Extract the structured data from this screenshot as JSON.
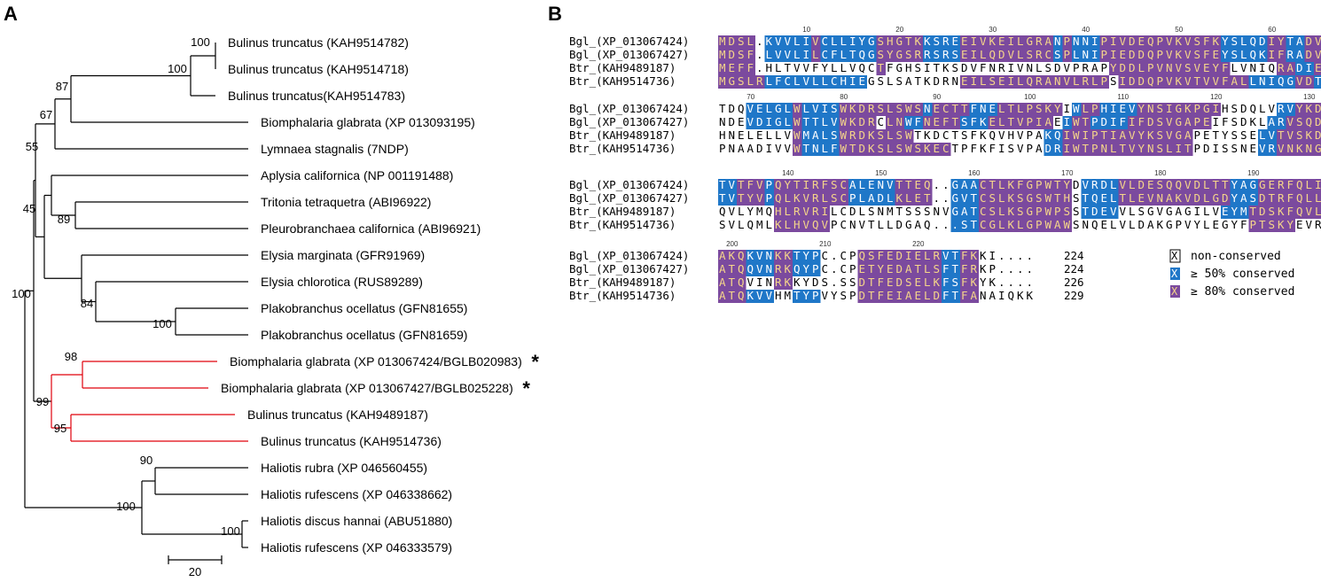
{
  "panel_a": {
    "label": "A",
    "branch_color_default": "#000000",
    "branch_color_highlight": "#e0000b",
    "leaves": [
      {
        "id": "bt782",
        "name": "Bulinus truncatus (KAH9514782)"
      },
      {
        "id": "bt718",
        "name": "Bulinus truncatus (KAH9514718)"
      },
      {
        "id": "bt783",
        "name": "Bulinus truncatus(KAH9514783)"
      },
      {
        "id": "bg195",
        "name": "Biomphalaria glabrata (XP 013093195)"
      },
      {
        "id": "ls",
        "name": "Lymnaea stagnalis (7NDP)"
      },
      {
        "id": "ac",
        "name": "Aplysia californica (NP 001191488)"
      },
      {
        "id": "tt",
        "name": "Tritonia tetraquetra (ABI96922)"
      },
      {
        "id": "pc",
        "name": "Pleurobranchaea californica (ABI96921)"
      },
      {
        "id": "em",
        "name": "Elysia marginata (GFR91969)"
      },
      {
        "id": "ec",
        "name": "Elysia chlorotica (RUS89289)"
      },
      {
        "id": "po655",
        "name": "Plakobranchus ocellatus (GFN81655)"
      },
      {
        "id": "po659",
        "name": "Plakobranchus ocellatus (GFN81659)"
      },
      {
        "id": "bg424",
        "name": "Biomphalaria glabrata (XP 013067424/BGLB020983)",
        "marker": "*"
      },
      {
        "id": "bg427",
        "name": "Biomphalaria glabrata (XP 013067427/BGLB025228)",
        "marker": "*"
      },
      {
        "id": "bt187",
        "name": "Bulinus truncatus (KAH9489187)"
      },
      {
        "id": "bt736",
        "name": "Bulinus truncatus (KAH9514736)"
      },
      {
        "id": "hr",
        "name": "Haliotis rubra (XP 046560455)"
      },
      {
        "id": "hf662",
        "name": "Haliotis rufescens (XP 046338662)"
      },
      {
        "id": "hd",
        "name": "Haliotis discus hannai (ABU51880)"
      },
      {
        "id": "hf579",
        "name": "Haliotis rufescens (XP 046333579)"
      }
    ],
    "bootstrap_values": [
      "100",
      "100",
      "87",
      "67",
      "55",
      "89",
      "45",
      "84",
      "100",
      "100",
      "98",
      "99",
      "95",
      "90",
      "100",
      "100"
    ],
    "scale_bar_label": "20"
  },
  "panel_b": {
    "label": "B",
    "colors": {
      "purple": "#7b4a9e",
      "blue": "#1f77c8",
      "text_on_purple": "#f5d58a",
      "text_on_blue": "#ffffff",
      "text_plain": "#000000"
    },
    "sequence_names": [
      "Bgl_(XP_013067424)",
      "Bgl_(XP_013067427)",
      "Btr_(KAH9489187)",
      "Btr_(KAH9514736)"
    ],
    "blocks": [
      {
        "ticks": [
          "10",
          "20",
          "30",
          "40",
          "50",
          "60"
        ],
        "rows": [
          "MDSL.KVVLIVCLLIYGSHGTKKSREEIVKEILGRANPNNIPIVDEQPVKVSFKYSLQDIYTADVG",
          "MDSF.LVVLILCFLTQGSYGSRRSRSEILQDVLSRCSPLNIPIEDDQPVKVSFEYSLQKIFRADVE",
          "MEFF.HLTVVFYLLVQCTFGHSITKSDVFNRIVNLSDVPRAPYDDLPVNVSVEYFLVNIQRADIE",
          "MGSLRLFCLVLLCHIEGSLSATKDRNEILSEILQRANVLRLPSIDDQPVKVTVVFALLNIQGVDTK"
        ],
        "classes": [
          "PPPPNBBBBBPBBBBBBPPPPPBBBBPPPPPPPPPPBPBBBPPPPPPPPPPPPPBBBBBPPBBPPPPP",
          "PPPPNBBBBBPBBBBBBPPPPPBBBBPPPPPPPPPPBPBBBPPPPPPPPPPPPPBBBBBPPBBPPPPP",
          "PPPPNNNNNNNNNNNNNPNNNNNNNNNNNNNNNNNNNNNNNNPPPPPPPPPPPPPNNNNNPPBBPPPPP",
          "PPPPPBBBBBBBBBBBNNNNNNNNNNPPPPPPPPPPPPPPPPNPPPPPPPPPPPPPPBBBBBPPBBPPPPP"
        ]
      },
      {
        "ticks": [
          "70",
          "80",
          "90",
          "100",
          "110",
          "120",
          "130"
        ],
        "rows": [
          "TDQVELGLWLVISWKDRSLSWSNECTTFNELTLPSKYIWLPHIEVYNSIGKPGIHSDQLVRVYKDG",
          "NDEVDIGLWTTLVWKDRCLNWFNEFTSFKELTVPIAEIWTPDIFIFDSVGAPEIFSDKLARVSQDG",
          "HNELELLVWMALSWRDKSLSWTKDCTSFKQVHVPAKQIWIPTIAVYKSVGAPETYSSELVTVSKDG",
          "PNAADIVVWTNLFWTDKSLSWSKECTPFKFISVPADRIWTPNLTVYNSLITPDISSNEVRVNKNG"
        ],
        "classes": [
          "NNNBBBBBPBBBBPPPPPPPPPBPPPPBBBPPPPPPPNBPPBBBBPPPPPPPPPNNNNNNBBPPPPP",
          "NNNBBBBBPBBBBPPPPNPPBBPPPPBBBPPPPPPPNBPPBBBBPPPPPPPPPNNNNNNBBPPPPP",
          "NNNNNNNNPBBBBPPPPPPPPNNNNNNNNNNNNNNBBPPPPPPPPPPPPPPNNNNNNNBBPPPPP",
          "NNNNNNNNPBBBBPPPPPPPPPPPPNNNNNNNNNNBBPPPPPPPPPPPPPPNNNNNNNBBPPPPP"
        ]
      },
      {
        "ticks": [
          "140",
          "150",
          "160",
          "170",
          "180",
          "190"
        ],
        "rows": [
          "TVTFVPQYTIRFSCALENVTTEQ..GAACTLKFGPWTYDVRDLVLDESQQVDLTTYAGGERFQLIE",
          "TVTYVPQLKVRLSCPLADLKLET..GVTCSLKSGSWTHSTQELTLEVNAKVDLGDYASDTRFQLLN",
          "QVLYMQHLRVRILCDLSNMTSSSNVGATCSLKSGPWPSSTDEVVLSGVGAGILVEYMTDSKFQVLN",
          "SVLQMLKLHVQVPCNVTLLDGAQ...STCGLKLGPWAWSNQELVLDAKGPVYLEGYFPTSKYEVRS"
        ],
        "classes": [
          "BBPPPBPPPPPPPPBBBBBPPPPNNBBBPPPPPPPPPPNBBBBPPPPPPPPPPPPBBBPPPPPPPPP",
          "BBPPPBPPPPPPPPBBBBBPPPPNNBBBPPPPPPPPPPNBBBBPPPPPPPPPPPPBBBPPPPPPPPP",
          "NNNNNNPPPPPPNNNNNNNNNNNNNBBBPPPPPPPPPPNBBBBNNNNNNNNNNNBBBPPPPPPPPP",
          "NNNNNNPPPPPPNNNNNNNNNNNNNBBBPPPPPPPPPPNNNNNNNNNNNNNNNNNNNPPPPPNNNN"
        ]
      },
      {
        "ticks": [
          "200",
          "210",
          "220"
        ],
        "rows": [
          "AKQKVNKKTYPC.CPQSFEDIELRVTFKKI....",
          "ATQQVNRKQYPC.CPETYEDATLSFTFRKP....",
          "ATQVINRKKYDS.SSDTFEDSELKFSFKYK....",
          "ATQKVVHMTYPVYSPDTFEIAELDFTFANAIQKK"
        ],
        "classes": [
          "PPPBBBPPBBBNNNNPPPPPPPPPBBPPNNNNNN",
          "PPPBBBPPBBBNNNNPPPPPPPPPBBPPNNNNNN",
          "PPPNNNPPNNNNNNNPPPPPPPPPBBPPNNNNNN",
          "PPPBBBNNBBBNNNNPPPPPPPPPBBPPNNNNNN"
        ],
        "ends": [
          "224",
          "224",
          "226",
          "229"
        ]
      }
    ],
    "legend": [
      {
        "key": "N",
        "swatch_text": "X",
        "label": "non-conserved"
      },
      {
        "key": "B",
        "swatch_text": "X",
        "label": "≥ 50% conserved"
      },
      {
        "key": "P",
        "swatch_text": "X",
        "label": "≥ 80% conserved"
      }
    ]
  }
}
